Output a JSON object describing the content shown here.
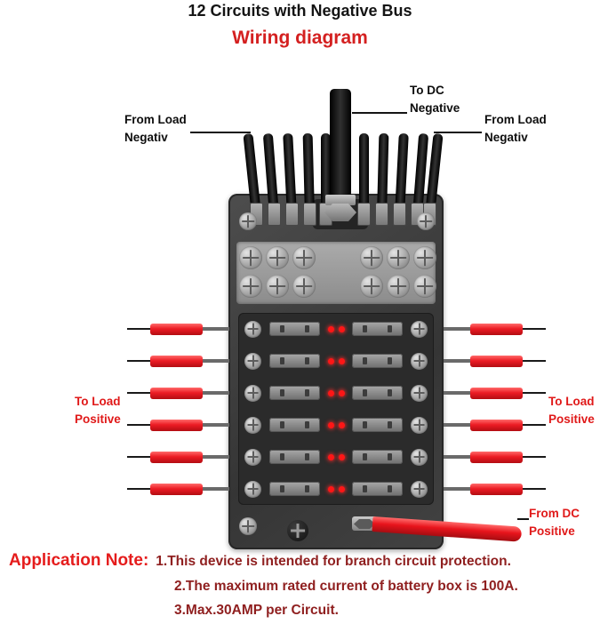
{
  "page": {
    "title": "12 Circuits with Negative Bus",
    "subtitle": "Wiring diagram"
  },
  "labels": {
    "from_load_left": {
      "line1": "From Load",
      "line2": "Negativ"
    },
    "from_load_right": {
      "line1": "From Load",
      "line2": "Negativ"
    },
    "to_dc_negative": {
      "line1": "To DC",
      "line2": "Negative"
    },
    "to_load_left": {
      "line1": "To Load",
      "line2": "Positive"
    },
    "to_load_right": {
      "line1": "To Load",
      "line2": "Positive"
    },
    "from_dc_positive": {
      "line1": "From DC",
      "line2": "Positive"
    }
  },
  "application_note": {
    "heading": "Application Note:",
    "items": [
      "1.This device is intended for branch circuit protection.",
      "2.The maximum rated current of battery box is 100A.",
      "3.Max.30AMP per Circuit."
    ]
  },
  "colors": {
    "accent_red": "#e01919",
    "note_text": "#8f1f1f",
    "wire_red": "#ec1c24",
    "wire_black": "#111111",
    "box_gray": "#3f3f3f"
  }
}
